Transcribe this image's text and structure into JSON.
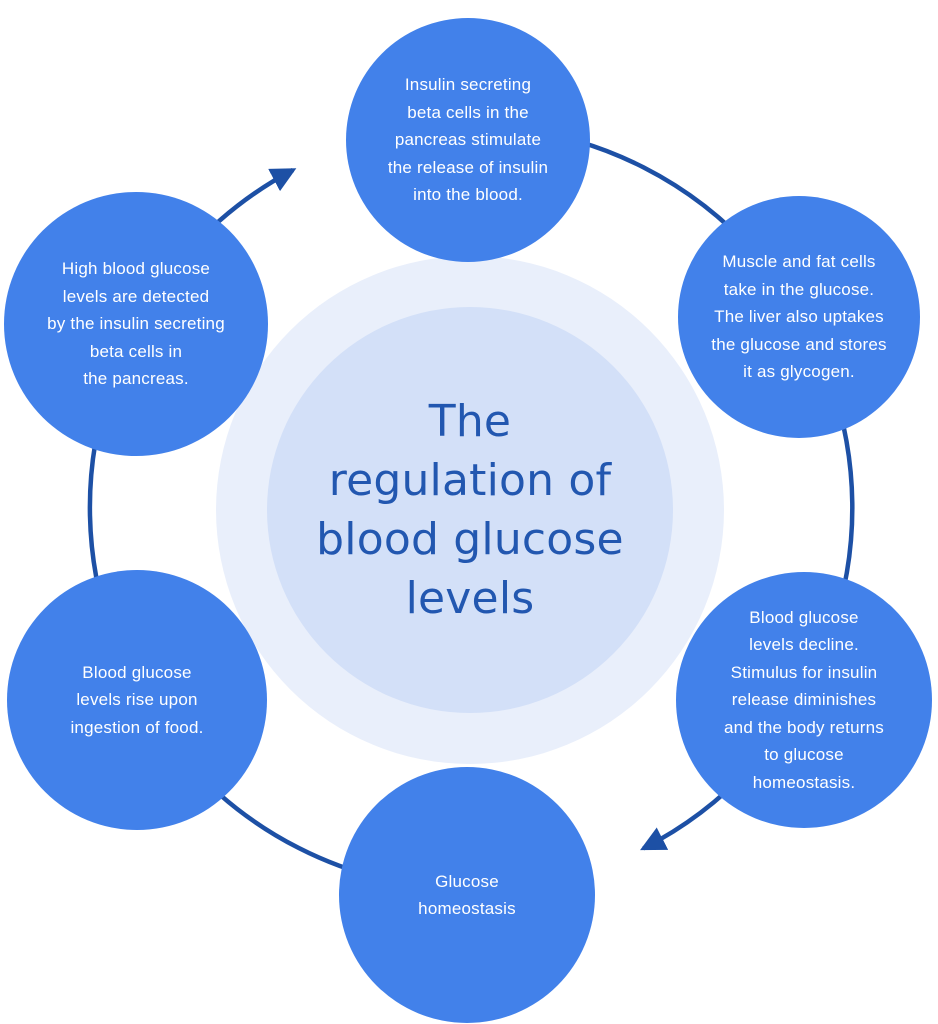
{
  "diagram": {
    "title_lines": [
      "The",
      "regulation of",
      "blood glucose",
      "levels"
    ],
    "nodes": [
      {
        "id": "detection",
        "lines": [
          "High blood glucose",
          "levels are detected",
          "by the insulin secreting",
          "beta cells in",
          "the pancreas."
        ]
      },
      {
        "id": "insulin-release",
        "lines": [
          "Insulin secreting",
          "beta cells in the",
          "pancreas stimulate",
          "the release of insulin",
          "into the blood."
        ]
      },
      {
        "id": "glucose-uptake",
        "lines": [
          "Muscle and fat cells",
          "take in the glucose.",
          "The liver also uptakes",
          "the glucose and stores",
          "it as glycogen."
        ]
      },
      {
        "id": "levels-decline",
        "lines": [
          "Blood glucose",
          "levels decline.",
          "Stimulus for insulin",
          "release diminishes",
          "and the body returns",
          "to glucose",
          "homeostasis."
        ]
      },
      {
        "id": "homeostasis",
        "lines": [
          "Glucose",
          "homeostasis"
        ]
      },
      {
        "id": "levels-rise",
        "lines": [
          "Blood glucose",
          "levels rise upon",
          "ingestion of food."
        ]
      }
    ],
    "flow_direction": "clockwise"
  },
  "colors": {
    "node_fill": "#4281EA",
    "node_text": "#FFFFFF",
    "ring_stroke": "#1D50A5",
    "center_outer_fill": "#E9EFFB",
    "center_inner_fill": "#D3E0F8",
    "title_text": "#2257B0",
    "background": "#FFFFFF"
  }
}
